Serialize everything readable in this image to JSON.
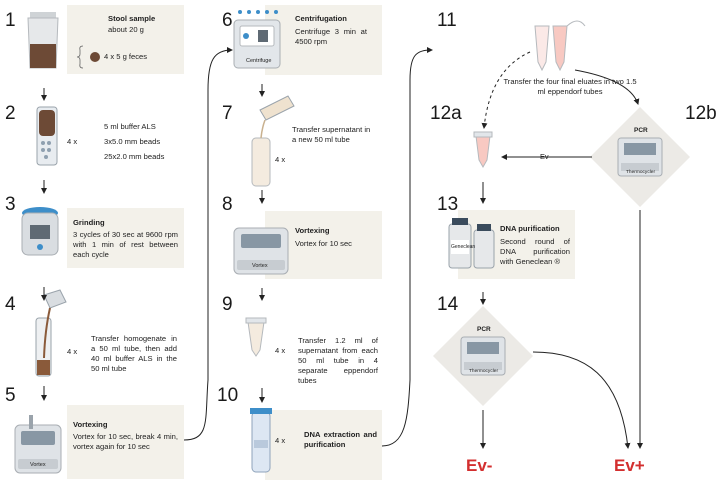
{
  "steps": {
    "s1": {
      "num": "1",
      "title": "Stool sample",
      "line1": "about 20 g",
      "detail": "4 x 5 g feces"
    },
    "s2": {
      "num": "2",
      "mult": "4 x",
      "l1": "5 ml buffer ALS",
      "l2": "3x5.0 mm beads",
      "l3": "25x2.0 mm beads"
    },
    "s3": {
      "num": "3",
      "title": "Grinding",
      "body": "3 cycles of 30 sec at 9600 rpm with 1 min of rest between each cycle"
    },
    "s4": {
      "num": "4",
      "mult": "4 x",
      "body": "Transfer homogenate in a 50 ml tube, then add 40 ml buffer ALS in the 50 ml tube"
    },
    "s5": {
      "num": "5",
      "title": "Vortexing",
      "body": "Vortex for 10 sec, break 4 min, vortex again for 10 sec"
    },
    "s6": {
      "num": "6",
      "title": "Centrifugation",
      "body": "Centrifuge 3 min at 4500 rpm"
    },
    "s7": {
      "num": "7",
      "mult": "4 x",
      "body": "Transfer supernatant in a new 50 ml tube"
    },
    "s8": {
      "num": "8",
      "title": "Vortexing",
      "body": "Vortex for 10 sec"
    },
    "s9": {
      "num": "9",
      "mult": "4 x",
      "body": "Transfer 1.2 ml of supernatant from each 50 ml tube in 4 separate eppendorf tubes"
    },
    "s10": {
      "num": "10",
      "mult": "4 x",
      "body": "DNA extraction and purification"
    },
    "s11": {
      "num": "11",
      "body": "Transfer the four final eluates in two 1.5 ml eppendorf tubes"
    },
    "s12a": {
      "num": "12a",
      "arrow_label": "Ev-"
    },
    "s12b": {
      "num": "12b"
    },
    "s13": {
      "num": "13",
      "title": "DNA purification",
      "body": "Second round of DNA purification with Geneclean ®"
    },
    "s14": {
      "num": "14"
    }
  },
  "device_labels": {
    "centrifuge": "Centrifuge",
    "vortex": "Vortex",
    "pcr": "PCR",
    "thermocycler": "Thermocycler",
    "geneclean": "Geneclean"
  },
  "results": {
    "neg": "Ev-",
    "pos": "Ev+"
  },
  "colors": {
    "panel": "#f3f1ea",
    "result_red": "#d32f2f",
    "arrow": "#222222"
  }
}
